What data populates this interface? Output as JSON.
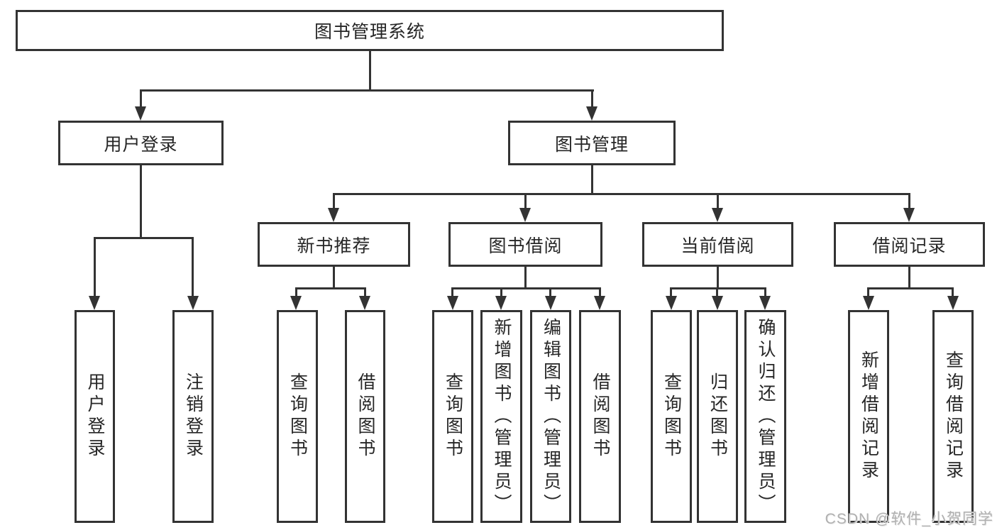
{
  "nodes": {
    "root": {
      "label": "图书管理系统"
    },
    "user_login": {
      "label": "用户登录"
    },
    "book_mgmt": {
      "label": "图书管理"
    },
    "new_book_rec": {
      "label": "新书推荐"
    },
    "book_borrow": {
      "label": "图书借阅"
    },
    "current_borrow": {
      "label": "当前借阅"
    },
    "borrow_record": {
      "label": "借阅记录"
    },
    "leaf_user_login": {
      "label": "用户登录"
    },
    "leaf_logout": {
      "label": "注销登录"
    },
    "leaf_query_book_rec": {
      "label": "查询图书"
    },
    "leaf_borrow_book_rec": {
      "label": "借阅图书"
    },
    "leaf_query_book_borrow": {
      "label": "查询图书"
    },
    "leaf_add_book": {
      "label": "新增图书（管理员）"
    },
    "leaf_edit_book": {
      "label": "编辑图书（管理员）"
    },
    "leaf_borrow_book": {
      "label": "借阅图书"
    },
    "leaf_query_book_current": {
      "label": "查询图书"
    },
    "leaf_return_book": {
      "label": "归还图书"
    },
    "leaf_confirm_return": {
      "label": "确认归还（管理员）"
    },
    "leaf_add_borrow_record": {
      "label": "新增借阅记录"
    },
    "leaf_query_borrow_record": {
      "label": "查询借阅记录"
    }
  },
  "watermark": {
    "text": "CSDN @软件_小贺同学"
  },
  "colors": {
    "line": "#333333",
    "text": "#262626",
    "watermark": "#b0b0b0",
    "background": "#ffffff"
  }
}
